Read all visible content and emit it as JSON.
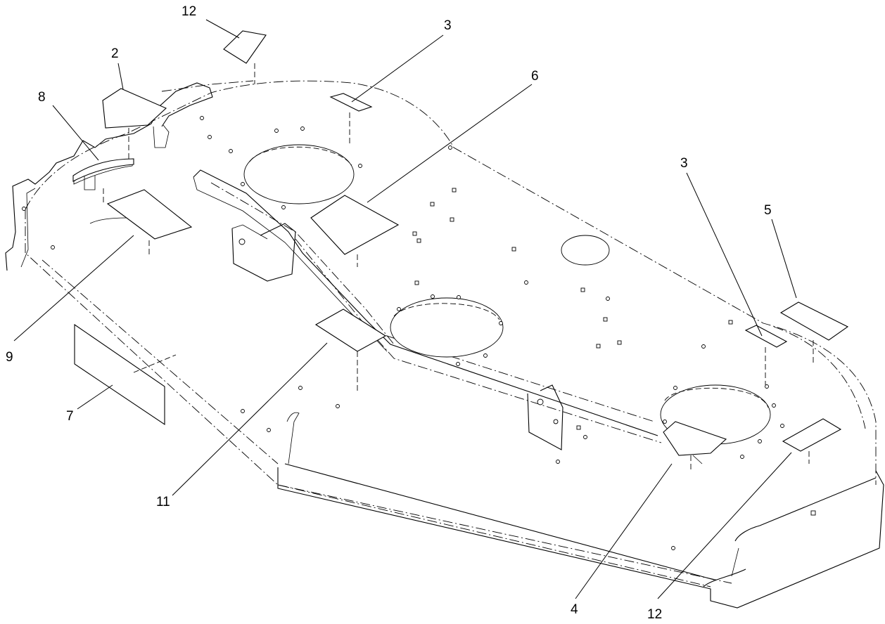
{
  "diagram": {
    "callouts": [
      {
        "id": "c12a",
        "label": "12"
      },
      {
        "id": "c2",
        "label": "2"
      },
      {
        "id": "c8",
        "label": "8"
      },
      {
        "id": "c3a",
        "label": "3"
      },
      {
        "id": "c6",
        "label": "6"
      },
      {
        "id": "c3b",
        "label": "3"
      },
      {
        "id": "c5",
        "label": "5"
      },
      {
        "id": "c9",
        "label": "9"
      },
      {
        "id": "c7",
        "label": "7"
      },
      {
        "id": "c11",
        "label": "11"
      },
      {
        "id": "c4",
        "label": "4"
      },
      {
        "id": "c12b",
        "label": "12"
      }
    ]
  }
}
